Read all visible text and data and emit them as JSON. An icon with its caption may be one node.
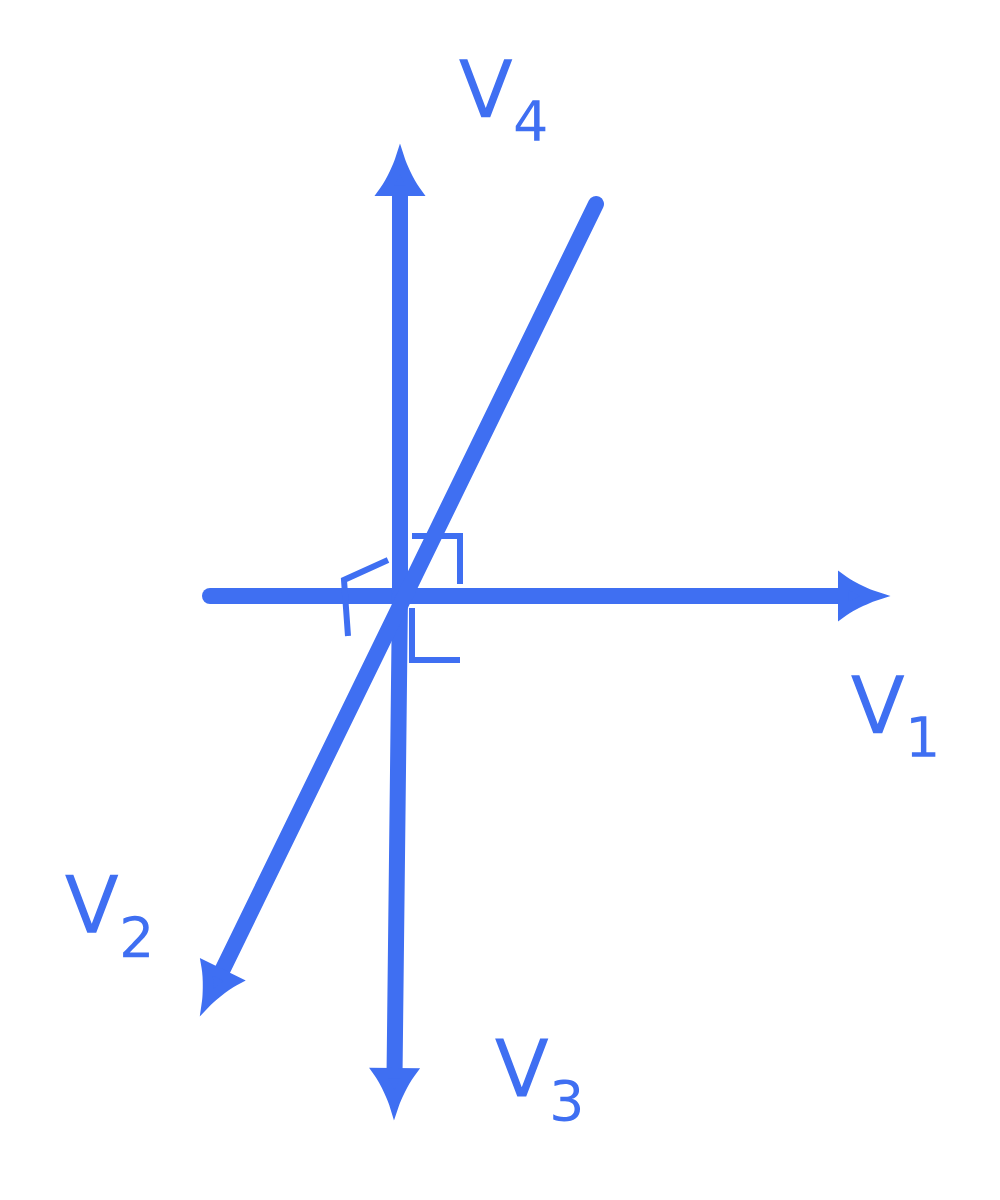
{
  "diagram": {
    "labels": [
      "V$_{4}$",
      "V$_{1}$",
      "V$_{2}$",
      "V$_{3}$"
    ]
  }
}
